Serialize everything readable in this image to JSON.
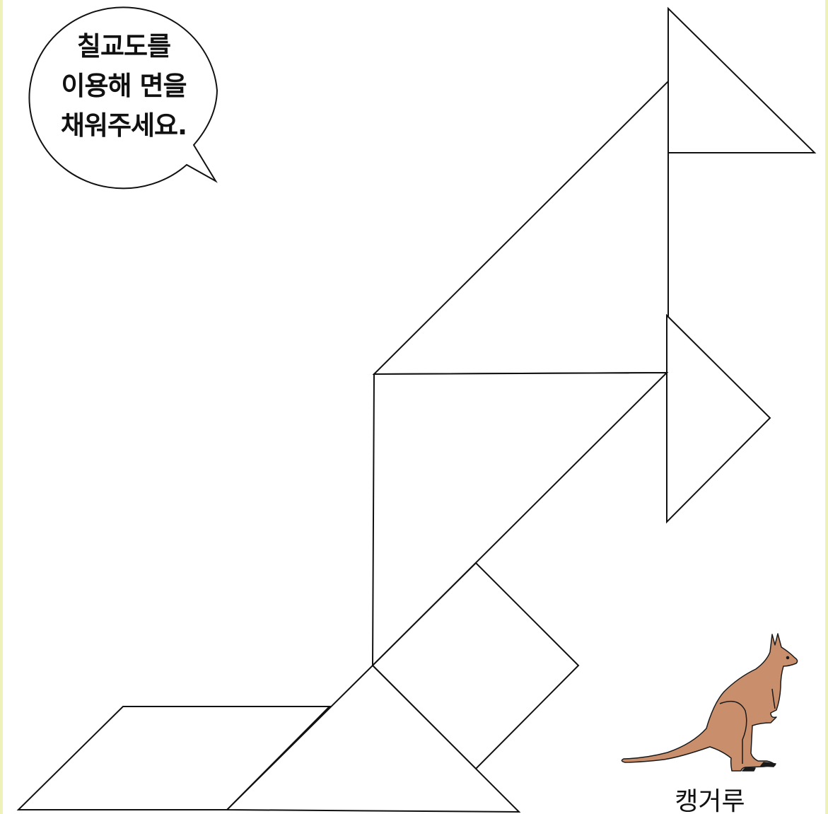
{
  "speech_bubble": {
    "lines": [
      "칠교도를",
      "이용해 면을",
      "채워주세요."
    ]
  },
  "animal": {
    "icon": "kangaroo-icon",
    "caption": "캥거루",
    "color": "#c98f6d"
  },
  "outline_color": "#111111"
}
